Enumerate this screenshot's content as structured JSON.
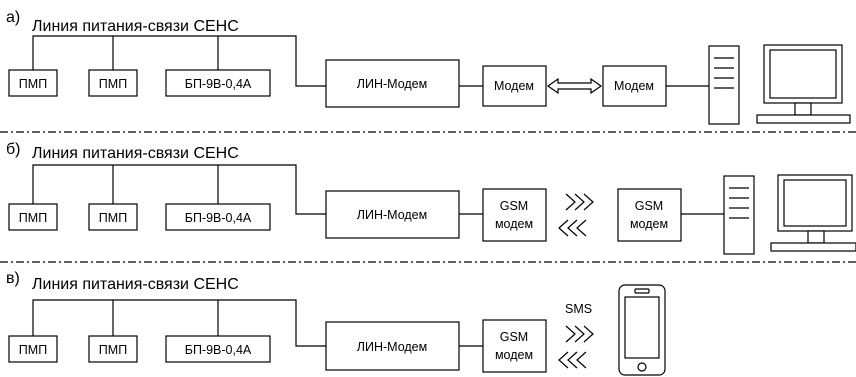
{
  "panels": {
    "a": {
      "letter": "а)",
      "title": "Линия питания-связи СЕНС",
      "pmp1": "ПМП",
      "pmp2": "ПМП",
      "power_unit": "БП-9В-0,4А",
      "lin_modem": "ЛИН-Модем",
      "modem_local": "Модем",
      "modem_remote": "Модем"
    },
    "b": {
      "letter": "б)",
      "title": "Линия питания-связи СЕНС",
      "pmp1": "ПМП",
      "pmp2": "ПМП",
      "power_unit": "БП-9В-0,4А",
      "lin_modem": "ЛИН-Модем",
      "gsm_local": [
        "GSM",
        "модем"
      ],
      "gsm_remote": [
        "GSM",
        "модем"
      ]
    },
    "c": {
      "letter": "в)",
      "title": "Линия питания-связи СЕНС",
      "pmp1": "ПМП",
      "pmp2": "ПМП",
      "power_unit": "БП-9В-0,4А",
      "lin_modem": "ЛИН-Модем",
      "gsm_local": [
        "GSM",
        "модем"
      ],
      "sms_label": "SMS"
    }
  }
}
